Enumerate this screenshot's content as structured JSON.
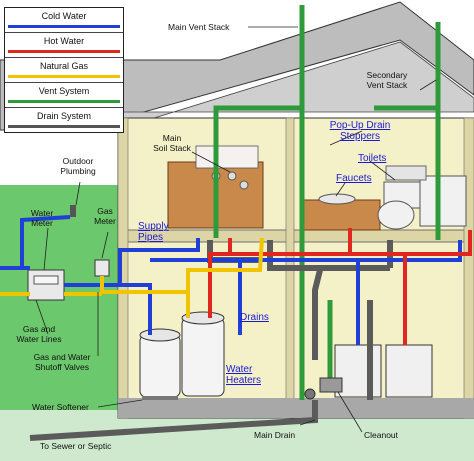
{
  "legend": [
    {
      "label": "Cold Water",
      "color": "#1f3fd6"
    },
    {
      "label": "Hot Water",
      "color": "#e0261f"
    },
    {
      "label": "Natural Gas",
      "color": "#f0c400"
    },
    {
      "label": "Vent System",
      "color": "#2f9a3a"
    },
    {
      "label": "Drain System",
      "color": "#555555"
    }
  ],
  "labels": {
    "main_vent_stack": "Main Vent Stack",
    "secondary_vent_stack_1": "Secondary",
    "secondary_vent_stack_2": "Vent Stack",
    "main_soil_stack_1": "Main",
    "main_soil_stack_2": "Soil Stack",
    "outdoor_plumbing_1": "Outdoor",
    "outdoor_plumbing_2": "Plumbing",
    "water_meter_1": "Water",
    "water_meter_2": "Meter",
    "gas_meter_1": "Gas",
    "gas_meter_2": "Meter",
    "gas_water_lines_1": "Gas and",
    "gas_water_lines_2": "Water Lines",
    "shutoff_valves_1": "Gas and Water",
    "shutoff_valves_2": "Shutoff Valves",
    "water_softener": "Water Softener",
    "to_sewer": "To Sewer or Septic",
    "main_drain": "Main Drain",
    "cleanout": "Cleanout"
  },
  "links": {
    "popup_drain_1": "Pop-Up Drain",
    "popup_drain_2": "Stoppers",
    "toilets": "Toilets",
    "faucets": "Faucets",
    "supply_pipes_1": "Supply",
    "supply_pipes_2": "Pipes",
    "drains": "Drains",
    "water_heaters_1": "Water",
    "water_heaters_2": "Heaters"
  },
  "colors": {
    "sky": "#ffffff",
    "roof": "#b9b9b9",
    "wall": "#f3efc6",
    "beam": "#d9d2a6",
    "ground": "#5fbf5f",
    "link": "#1a1ad6"
  }
}
